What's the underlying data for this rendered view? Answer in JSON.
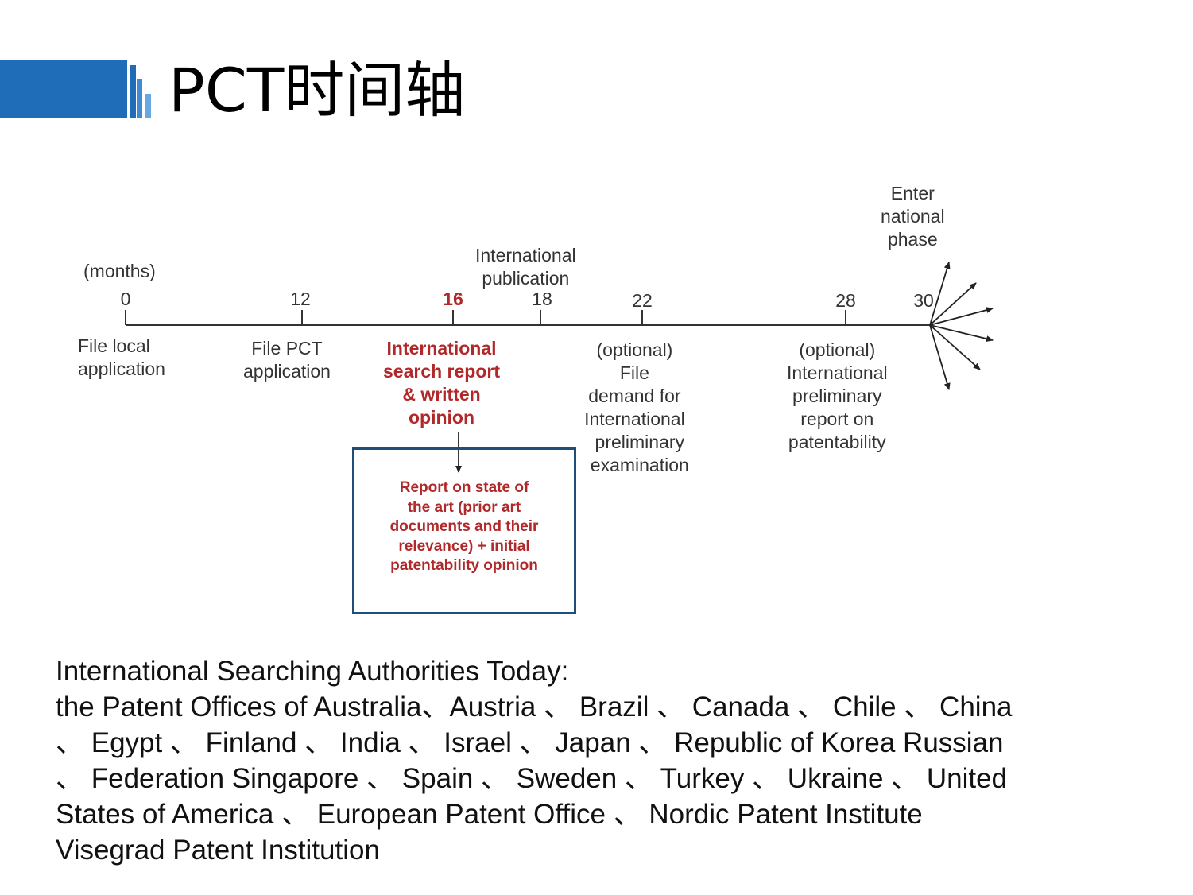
{
  "title": "PCT时间轴",
  "timeline": {
    "unit_label": "(months)",
    "ticks": [
      {
        "value": "0",
        "highlight": false
      },
      {
        "value": "12",
        "highlight": false
      },
      {
        "value": "16",
        "highlight": true
      },
      {
        "value": "18",
        "highlight": false
      },
      {
        "value": "22",
        "highlight": false
      },
      {
        "value": "28",
        "highlight": false
      },
      {
        "value": "30",
        "highlight": false
      }
    ],
    "events": {
      "file_local": "File local\napplication",
      "file_pct": "File PCT\napplication",
      "isr": "International\nsearch report\n& written\nopinion",
      "publication": "International\npublication",
      "demand": "(optional)\nFile\ndemand for\nInternational\n  preliminary\n  examination",
      "iprp": "(optional)\nInternational\npreliminary\nreport on\npatentability",
      "national": "Enter\nnational\nphase"
    },
    "search_report_box": "Report on state of\nthe art (prior art\ndocuments and their\nrelevance) + initial\npatentability opinion"
  },
  "isa": {
    "lines": [
      "International Searching Authorities Today:",
      "the Patent Offices of Australia、Austria 、 Brazil 、 Canada 、 Chile 、 China",
      "、 Egypt 、 Finland 、 India 、 Israel 、 Japan 、 Republic of Korea Russian",
      "、 Federation Singapore 、 Spain 、 Sweden 、 Turkey 、 Ukraine 、 United",
      "States of America 、 European Patent Office 、 Nordic Patent Institute",
      "Visegrad Patent Institution"
    ]
  }
}
